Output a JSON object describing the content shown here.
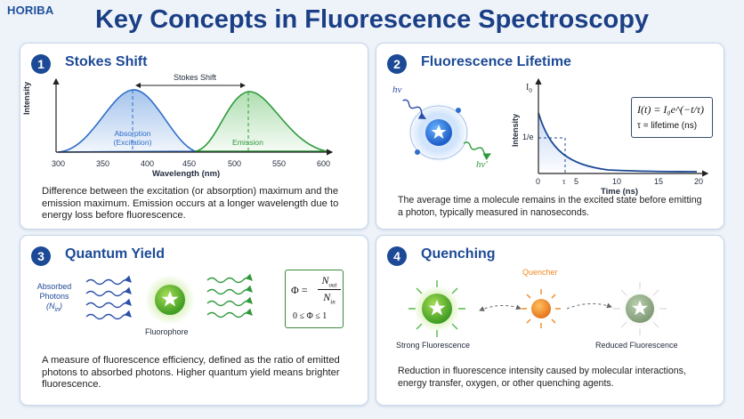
{
  "logo": "HORIBA",
  "title": "Key Concepts in Fluorescence Spectroscopy",
  "panels": [
    {
      "number": "1",
      "title": "Stokes Shift",
      "chart": {
        "ylabel": "Intensity",
        "xlabel": "Wavelength (nm)",
        "x_ticks": [
          "300",
          "350",
          "400",
          "450",
          "500",
          "550",
          "600"
        ],
        "shift_label": "Stokes Shift",
        "absorption_label_1": "Absorption",
        "absorption_label_2": "(Excitation)",
        "emission_label": "Emission"
      },
      "description": "Difference between the excitation (or absorption) maximum and the emission maximum. Emission occurs at a longer wavelength due to energy loss before fluorescence."
    },
    {
      "number": "2",
      "title": "Fluorescence Lifetime",
      "photon_in": "hν",
      "photon_out": "hν′",
      "chart": {
        "ylabel": "Intensity",
        "xlabel": "Time (ns)",
        "y_top": "I",
        "y_top_sub": "0",
        "y_mid": "1/e",
        "x_ticks": [
          "0",
          "5",
          "10",
          "15",
          "20"
        ],
        "tau_label": "τ"
      },
      "formula_line_1": "I(t) = I₀e^(−t/τ)",
      "formula_line_2": "τ = lifetime (ns)",
      "description": "The average time a molecule remains in the excited state before emitting a photon, typically measured in nanoseconds."
    },
    {
      "number": "3",
      "title": "Quantum Yield",
      "absorbed_label_1": "Absorbed",
      "absorbed_label_2": "Photons",
      "absorbed_label_3": "(N",
      "absorbed_label_sub": "in",
      "absorbed_label_end": ")",
      "fluorophore_label": "Fluorophore",
      "formula_phi": "Φ =",
      "formula_num": "N",
      "formula_num_sub": "out",
      "formula_den": "N",
      "formula_den_sub": "in",
      "formula_range": "0 ≤ Φ ≤ 1",
      "description": "A measure of fluorescence efficiency, defined as the ratio of emitted photons to absorbed photons. Higher quantum yield means brighter fluorescence."
    },
    {
      "number": "4",
      "title": "Quenching",
      "quencher_label": "Quencher",
      "strong_label": "Strong Fluorescence",
      "reduced_label": "Reduced Fluorescence",
      "description": "Reduction in fluorescence intensity caused by molecular interactions, energy transfer, oxygen, or other quenching agents."
    }
  ],
  "colors": {
    "title": "#1b3f86",
    "absorption": "#2f6ec9",
    "emission": "#2f9a3c",
    "decay": "#1d4a96",
    "quencher": "#f08a24"
  }
}
